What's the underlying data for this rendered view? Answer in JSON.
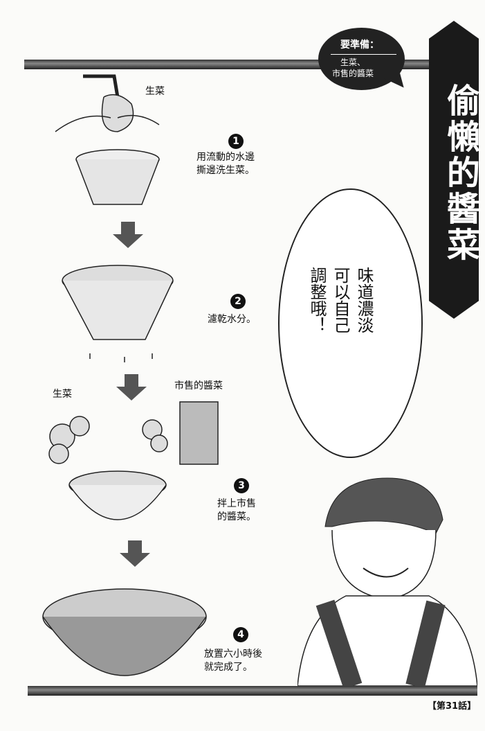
{
  "title": "偷懶的醬菜",
  "ingredients": {
    "heading": "要準備：",
    "items": [
      "生菜、",
      "市售的醬菜"
    ]
  },
  "labels": {
    "lettuce_top": "生菜",
    "lettuce_left": "生菜",
    "pickles": "市售的醬菜"
  },
  "steps": [
    {
      "number": "1",
      "text": "用流動的水邊\n撕邊洗生菜。"
    },
    {
      "number": "2",
      "text": "濾乾水分。"
    },
    {
      "number": "3",
      "text": "拌上市售\n的醬菜。"
    },
    {
      "number": "4",
      "text": "放置六小時後\n就完成了。"
    }
  ],
  "speech": "味道濃淡可以自己調整哦！",
  "speech_lines": [
    "味道濃淡",
    "可以自己",
    "調整哦！"
  ],
  "footer": "【第31話】"
}
